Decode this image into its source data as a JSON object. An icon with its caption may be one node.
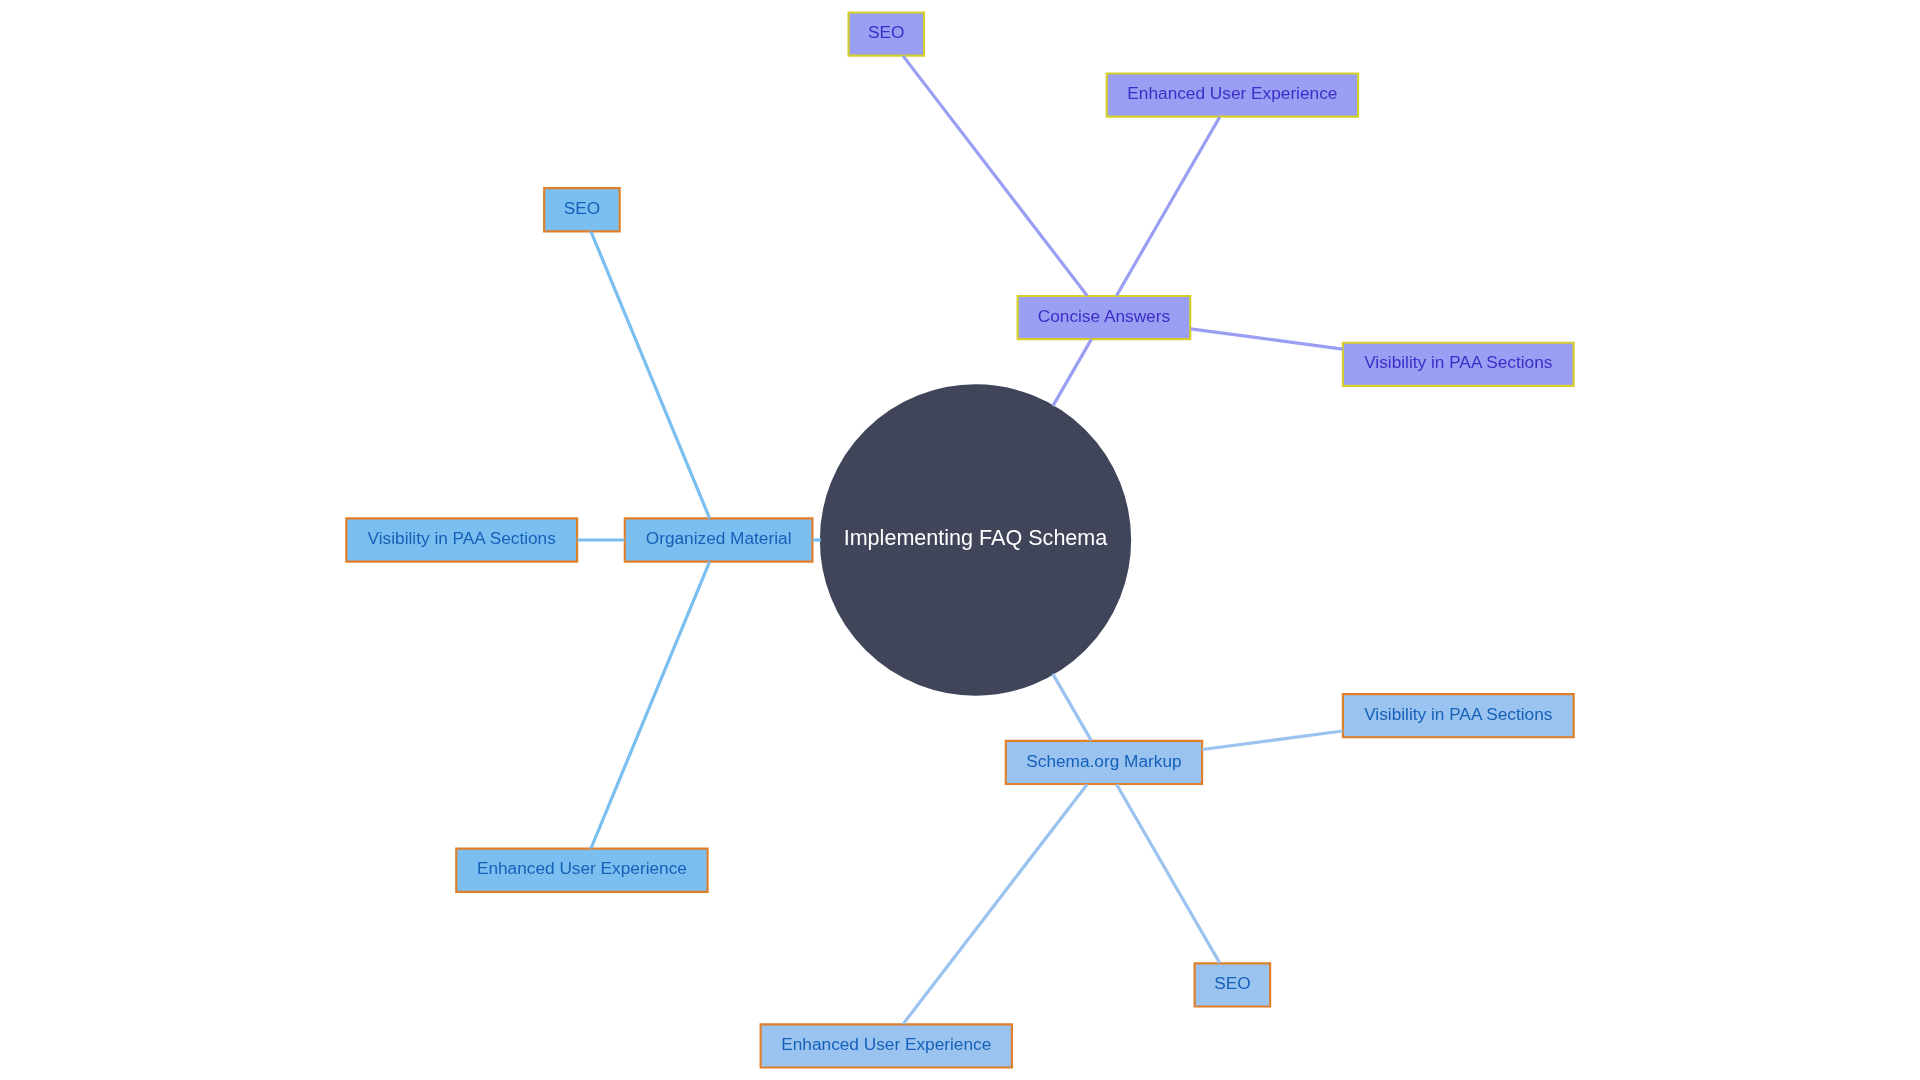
{
  "diagram": {
    "nodes": [
      {
        "text": [
          "Implementing FAQ Schema"
        ]
      },
      {
        "text": [
          "Concise Answers"
        ]
      },
      {
        "text": [
          "Visibility in PAA Sections"
        ]
      },
      {
        "text": [
          "Enhanced User Experience"
        ]
      },
      {
        "text": [
          "SEO"
        ]
      },
      {
        "text": [
          "Organized Material"
        ]
      },
      {
        "text": [
          "SEO"
        ]
      },
      {
        "text": [
          "Visibility in PAA Sections"
        ]
      },
      {
        "text": [
          "Enhanced User Experience"
        ]
      },
      {
        "text": [
          "Schema.org Markup"
        ]
      },
      {
        "text": [
          "Enhanced User Experience"
        ]
      },
      {
        "text": [
          "SEO"
        ]
      },
      {
        "text": [
          "Visibility in PAA Sections"
        ]
      }
    ],
    "edges": [
      {
        "from": 0,
        "to": 1,
        "arrow": "none",
        "color": "#9b9ff3"
      },
      {
        "from": 1,
        "to": 2,
        "arrow": "none",
        "color": "#9b9ff3"
      },
      {
        "from": 1,
        "to": 3,
        "arrow": "none",
        "color": "#9b9ff3"
      },
      {
        "from": 1,
        "to": 4,
        "arrow": "none",
        "color": "#9b9ff3"
      },
      {
        "from": 0,
        "to": 5,
        "arrow": "none",
        "color": "#7bbff0"
      },
      {
        "from": 5,
        "to": 6,
        "arrow": "none",
        "color": "#7bbff0"
      },
      {
        "from": 5,
        "to": 7,
        "arrow": "none",
        "color": "#7bbff0"
      },
      {
        "from": 5,
        "to": 8,
        "arrow": "none",
        "color": "#7bbff0"
      },
      {
        "from": 0,
        "to": 9,
        "arrow": "none",
        "color": "#9bc3f0"
      },
      {
        "from": 9,
        "to": 10,
        "arrow": "none",
        "color": "#9bc3f0"
      },
      {
        "from": 9,
        "to": 11,
        "arrow": "none",
        "color": "#9bc3f0"
      },
      {
        "from": 9,
        "to": 12,
        "arrow": "none",
        "color": "#9bc3f0"
      }
    ]
  }
}
